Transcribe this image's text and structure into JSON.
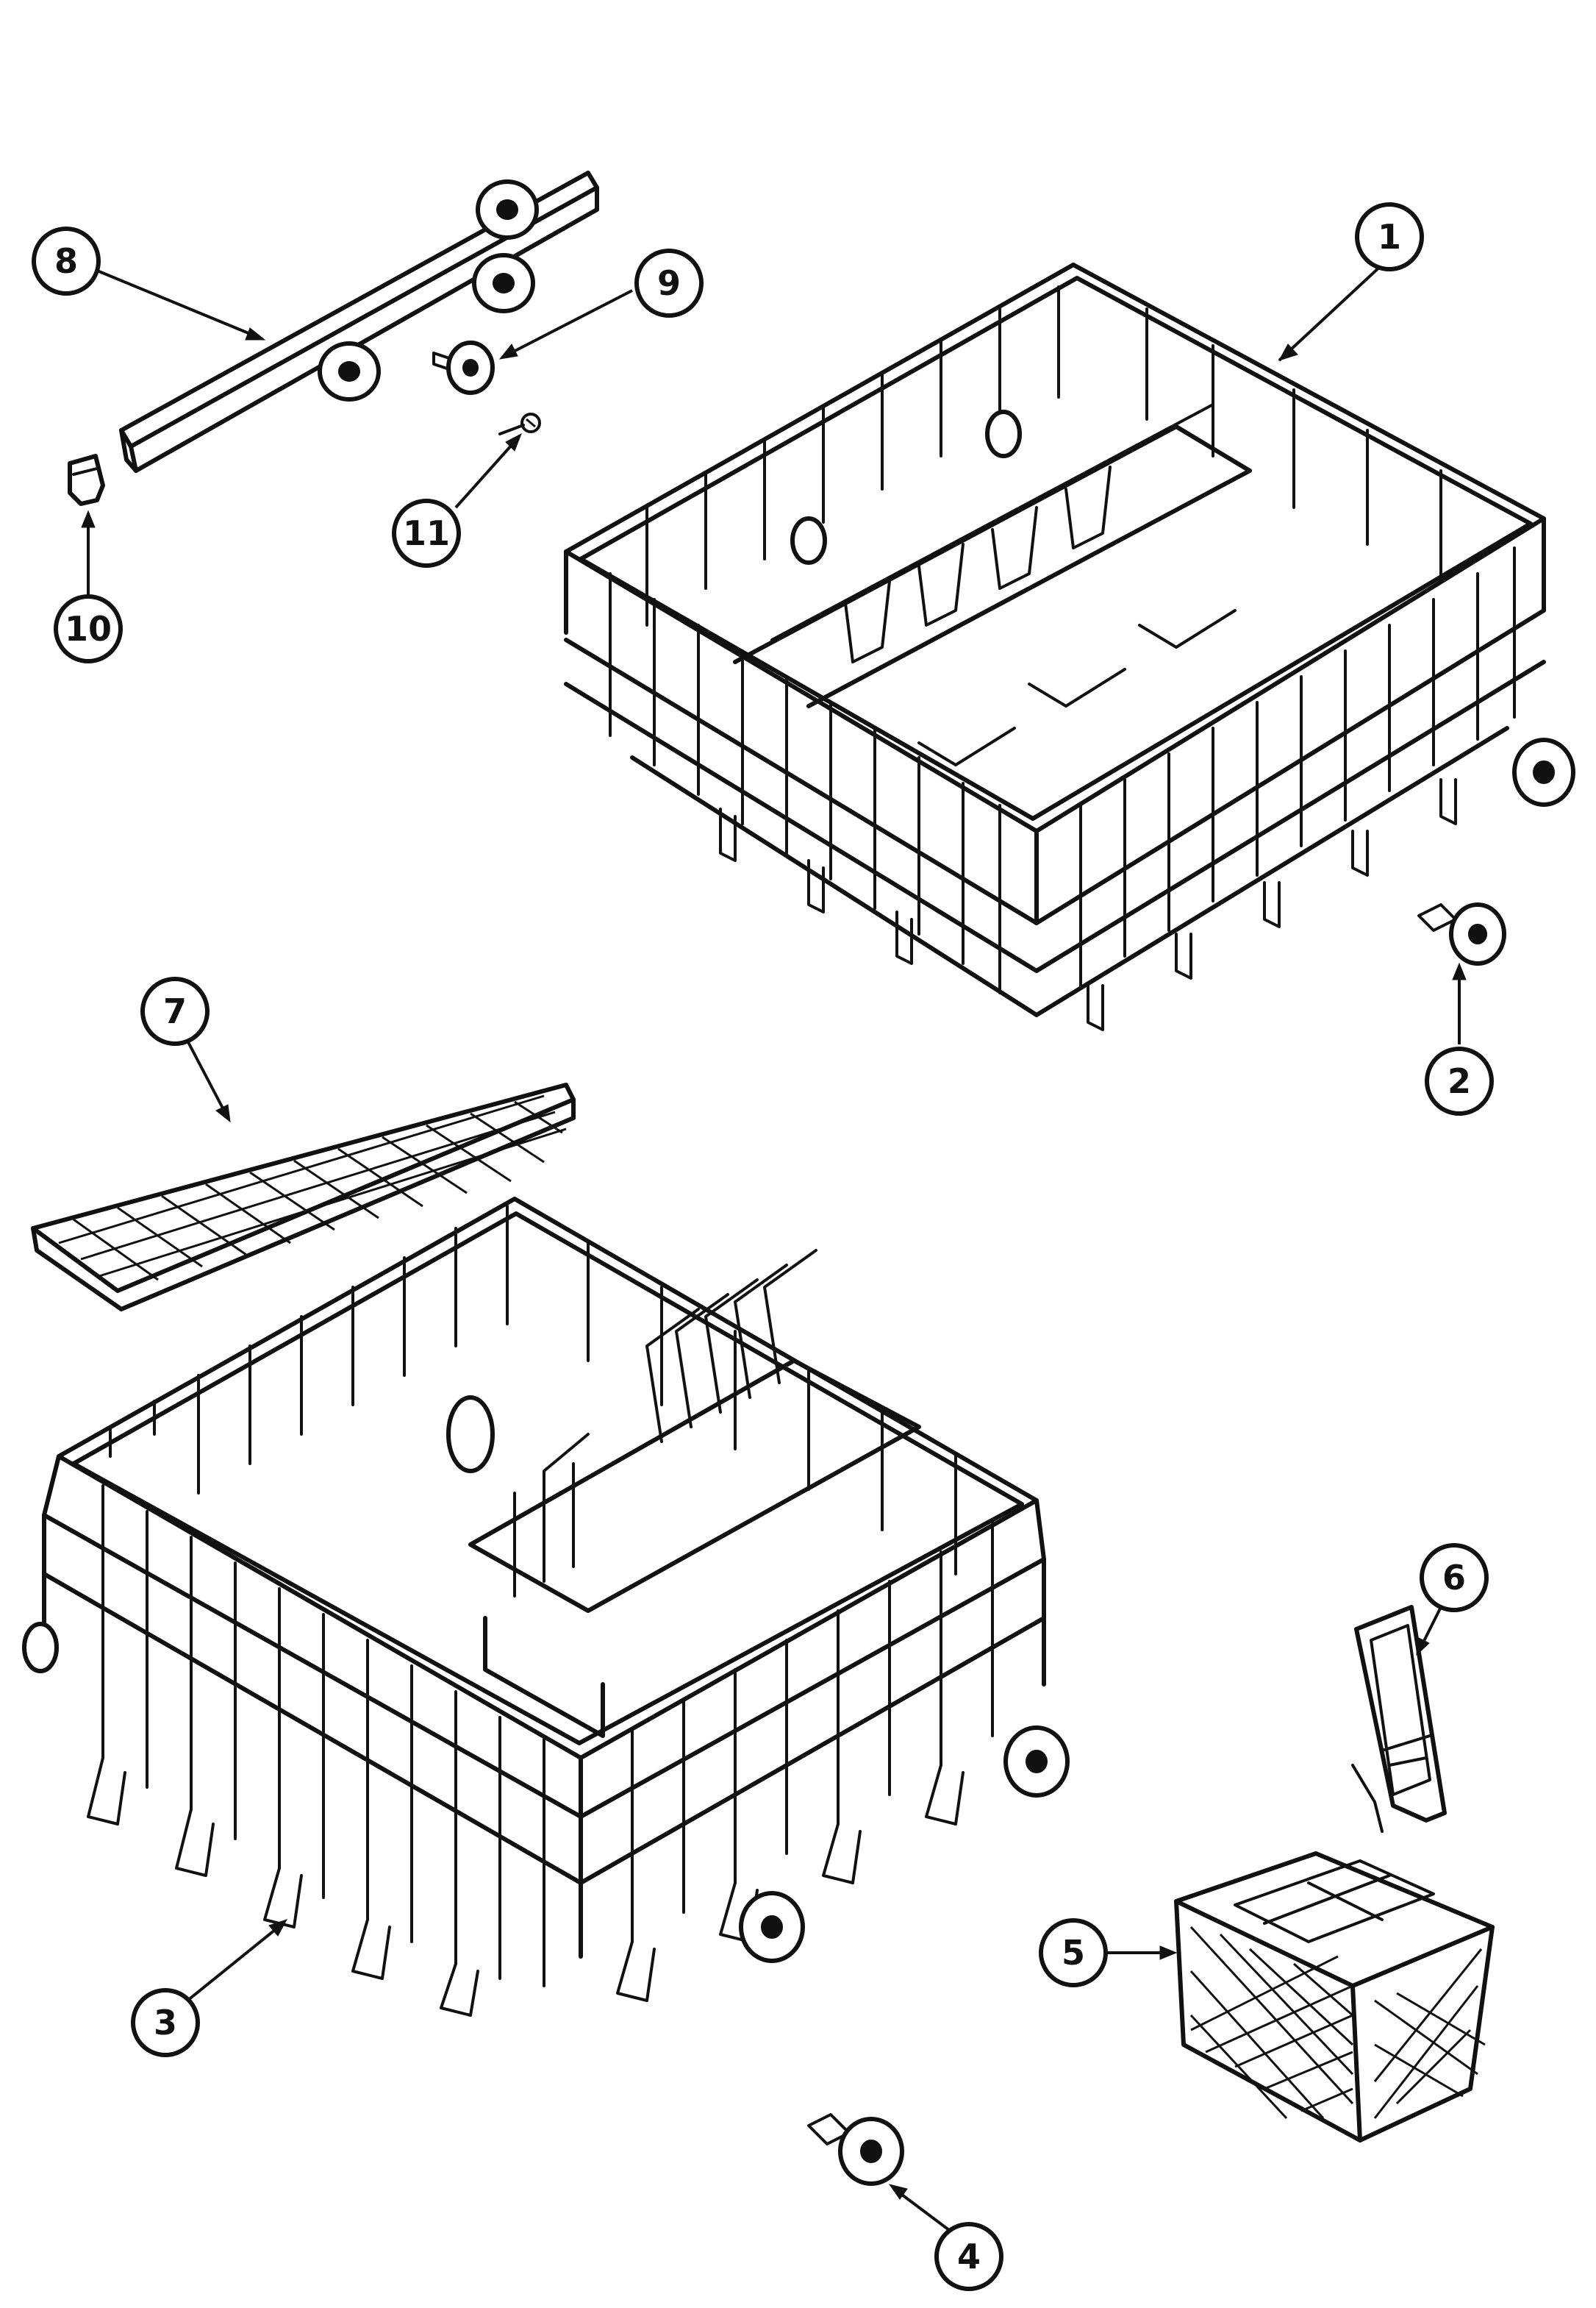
{
  "callouts": [
    {
      "id": "1",
      "label": "1"
    },
    {
      "id": "2",
      "label": "2"
    },
    {
      "id": "3",
      "label": "3"
    },
    {
      "id": "4",
      "label": "4"
    },
    {
      "id": "5",
      "label": "5"
    },
    {
      "id": "6",
      "label": "6"
    },
    {
      "id": "7",
      "label": "7"
    },
    {
      "id": "8",
      "label": "8"
    },
    {
      "id": "9",
      "label": "9"
    },
    {
      "id": "10",
      "label": "10"
    },
    {
      "id": "11",
      "label": "11"
    }
  ],
  "parts": {
    "upper_rack": {
      "icon": "upper-rack-icon"
    },
    "upper_wheel": {
      "icon": "rack-wheel-icon"
    },
    "lower_rack": {
      "icon": "lower-rack-icon"
    },
    "lower_wheel": {
      "icon": "rack-wheel-icon"
    },
    "silverware_basket": {
      "icon": "silverware-basket-icon"
    },
    "basket_handle": {
      "icon": "basket-handle-icon"
    },
    "shelf": {
      "icon": "wire-shelf-icon"
    },
    "track": {
      "icon": "track-rail-icon"
    },
    "track_wheel": {
      "icon": "track-wheel-icon"
    },
    "end_cap": {
      "icon": "end-cap-icon"
    },
    "screw": {
      "icon": "screw-icon"
    }
  },
  "colors": {
    "line": "#111111",
    "background": "#ffffff"
  }
}
